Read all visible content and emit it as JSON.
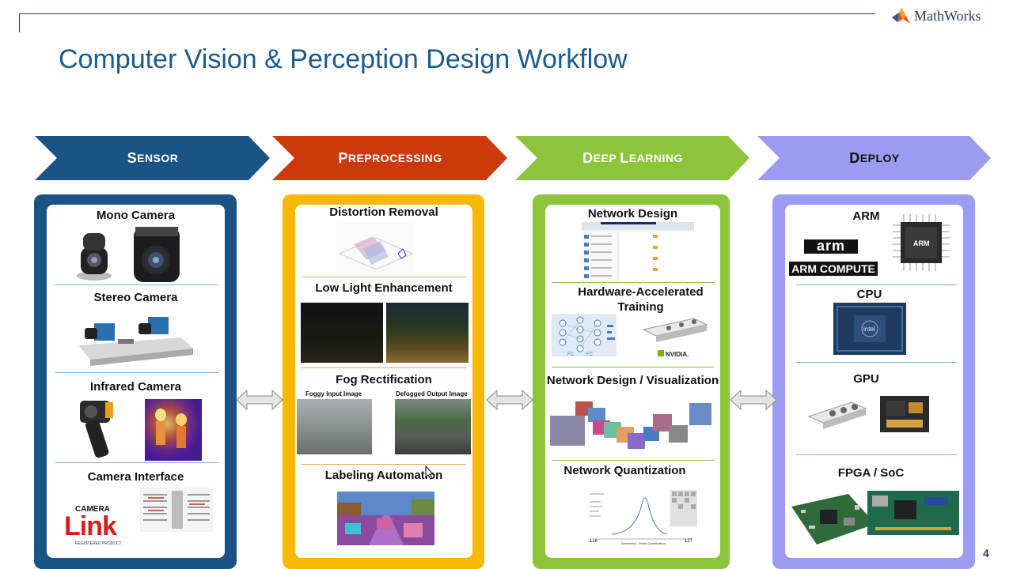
{
  "brand": {
    "name": "MathWorks",
    "logo_icon": "membrane-logo-icon"
  },
  "title": "Computer Vision & Perception Design Workflow",
  "page_number": "4",
  "stages": [
    {
      "label_cap": "S",
      "label_rest": "ENSOR",
      "color": "#1a5487",
      "text_color": "#ffffff"
    },
    {
      "label_cap": "P",
      "label_rest": "REPROCESSING",
      "color": "#cc3a0c",
      "text_color": "#ffffff"
    },
    {
      "label_cap": "D",
      "label_rest": "EEP ",
      "label_cap2": "L",
      "label_rest2": "EARNING",
      "color": "#8cc43c",
      "text_color": "#ffffff"
    },
    {
      "label_cap": "D",
      "label_rest": "EPLOY",
      "color": "#9b9bf2",
      "text_color": "#111111"
    }
  ],
  "sensor": {
    "mono": "Mono Camera",
    "stereo": "Stereo Camera",
    "infrared": "Infrared Camera",
    "interface": "Camera Interface",
    "camlink_top": "CAMERA",
    "camlink_bottom": "Link",
    "camlink_sub": "REGISTERED PRODUCT"
  },
  "preprocessing": {
    "distortion": "Distortion Removal",
    "lowlight": "Low Light Enhancement",
    "fog": "Fog Rectification",
    "foggy_input": "Foggy Input Image",
    "defogged_output": "Defogged Output Image",
    "labeling": "Labeling Automation"
  },
  "deep_learning": {
    "network_design": "Network Design",
    "hw_training": "Hardware-Accelerated Training",
    "design_vis": "Network Design / Visualization",
    "quantization": "Network Quantization",
    "fc1": "FC",
    "fc2": "FC",
    "nvidia": "NVIDIA.",
    "q_left": "-128",
    "q_right": "127",
    "q_axis": "Symmetric - linear Quantization"
  },
  "deploy": {
    "arm": "ARM",
    "arm_logo": "arm",
    "arm_compute": "ARM COMPUTE",
    "arm_chip": "ARM",
    "cpu": "CPU",
    "intel": "intel",
    "gpu": "GPU",
    "fpga": "FPGA / SoC"
  }
}
